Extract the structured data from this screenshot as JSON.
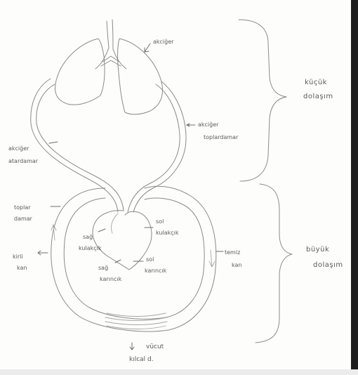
{
  "labels": {
    "akciger": "akciğer",
    "akciger_toplardamar_1": "akciğer",
    "akciger_toplardamar_2": "toplardamar",
    "akciger_atardamar_1": "akciğer",
    "akciger_atardamar_2": "atardamar",
    "toplardamar_1": "toplar",
    "toplardamar_2": "damar",
    "sag_karincik_1": "sağ",
    "sag_karincik_2": "karıncık",
    "sol_karincik_1": "sol",
    "sol_karincik_2": "karıncık",
    "sag_kulakcik_1": "sağ",
    "sag_kulakcik_2": "kulakçık",
    "sol_kulakcik_1": "sol",
    "sol_kulakcik_2": "kulakçık",
    "kirli_kan_1": "kirli",
    "kirli_kan_2": "kan",
    "temiz_kan_1": "temiz",
    "temiz_kan_2": "kan",
    "vucut_1": "vücut",
    "vucut_2": "kılcal d.",
    "kucuk_dolasim_1": "küçük",
    "kucuk_dolasim_2": "dolaşım",
    "buyuk_dolasim_1": "büyük",
    "buyuk_dolasim_2": "dolaşım"
  },
  "colors": {
    "paper": "#fdfdfb",
    "pencil": "#8a8a8a",
    "text": "#5b5b5b"
  }
}
